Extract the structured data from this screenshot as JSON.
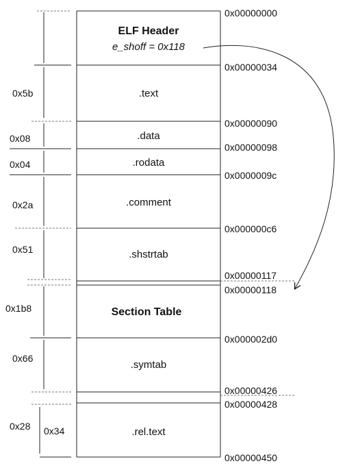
{
  "elf_header": {
    "title": "ELF Header",
    "shoff_label": "e_shoff = 0x118"
  },
  "sections": [
    {
      "key": "text",
      "label": ".text",
      "size": "0x5b"
    },
    {
      "key": "data",
      "label": ".data",
      "size": "0x08"
    },
    {
      "key": "rodata",
      "label": ".rodata",
      "size": "0x04"
    },
    {
      "key": "comment",
      "label": ".comment",
      "size": "0x2a"
    },
    {
      "key": "shstrtab",
      "label": ".shstrtab",
      "size": "0x51"
    },
    {
      "key": "section-table",
      "label": "Section Table",
      "size": "0x1b8"
    },
    {
      "key": "symtab",
      "label": ".symtab",
      "size": "0x66"
    },
    {
      "key": "rel-text",
      "label": ".rel.text",
      "size": "0x28",
      "inner_size": "0x34"
    }
  ],
  "addresses": [
    "0x00000000",
    "0x00000034",
    "0x00000090",
    "0x00000098",
    "0x0000009c",
    "0x000000c6",
    "0x00000117",
    "0x00000118",
    "0x000002d0",
    "0x00000426",
    "0x00000428",
    "0x00000450"
  ]
}
